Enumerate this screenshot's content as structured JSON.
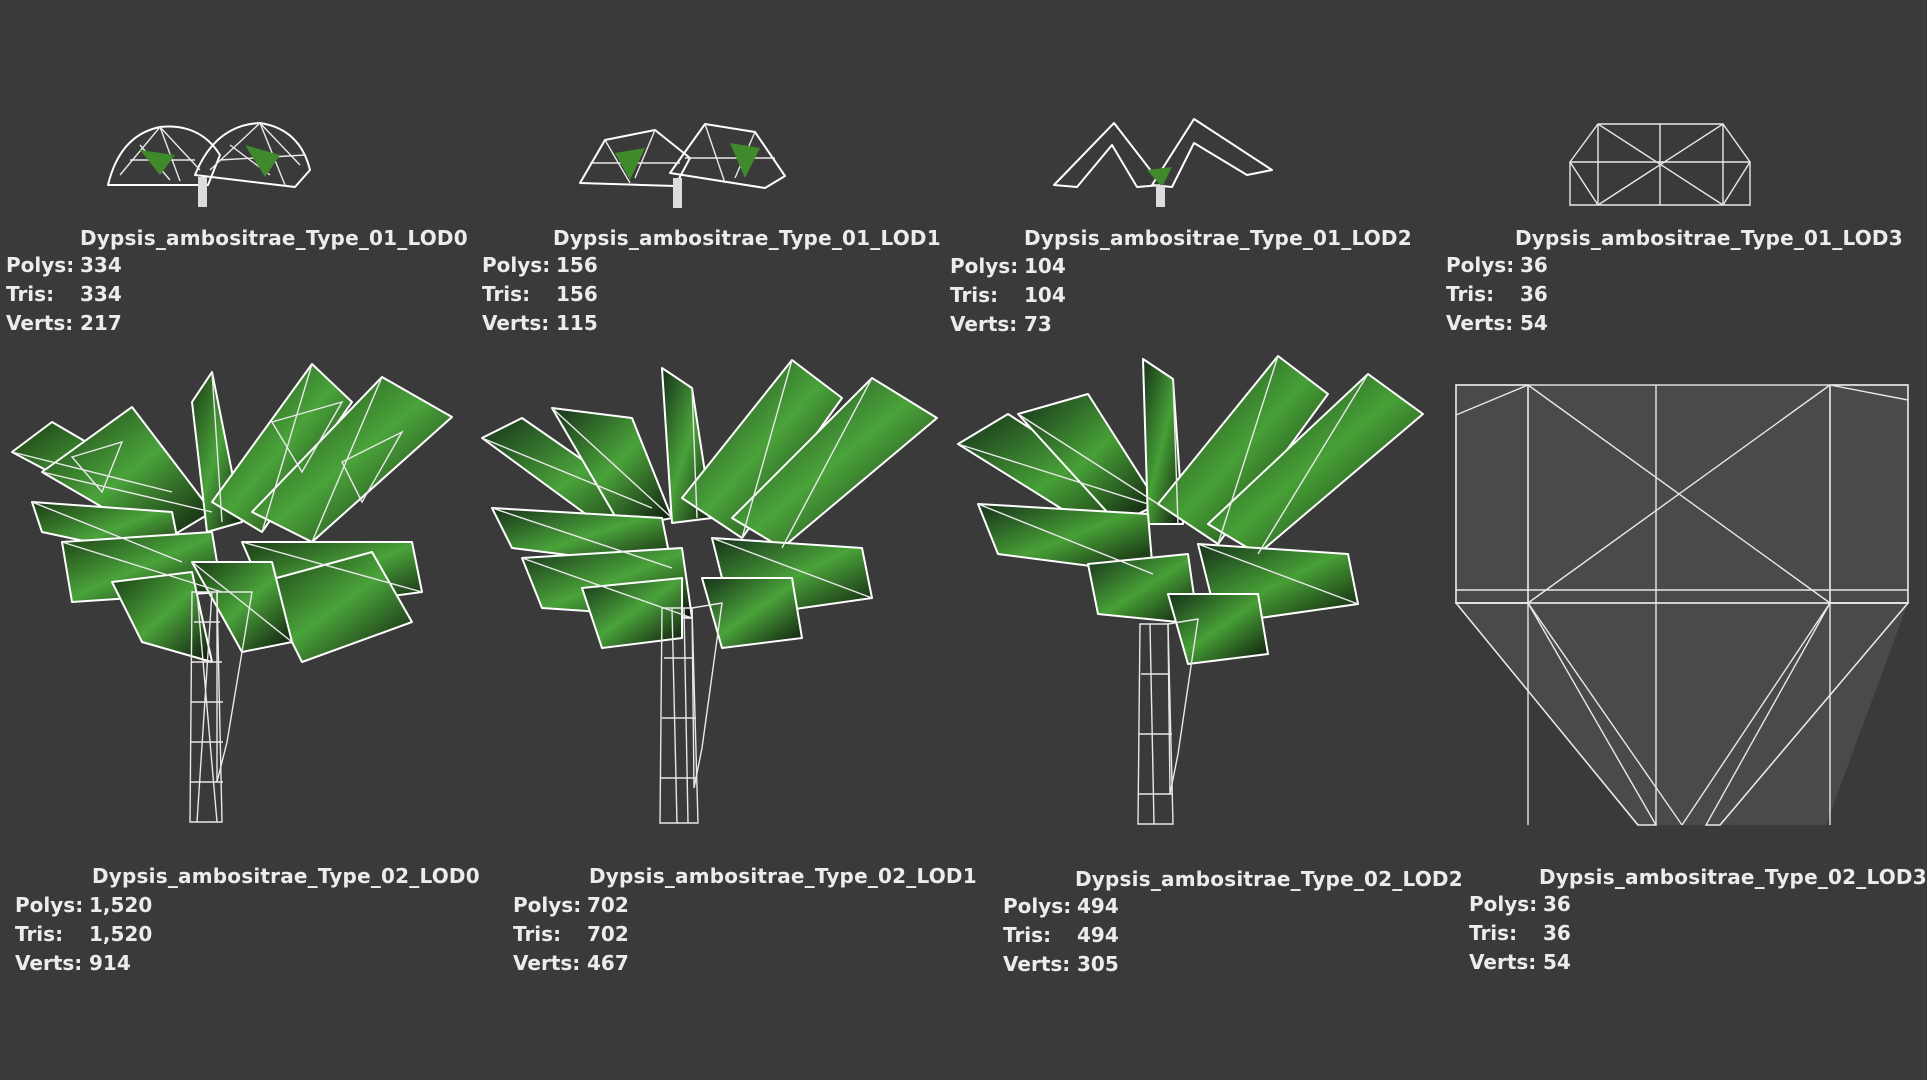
{
  "models": [
    {
      "name": "Dypsis_ambositrae_Type_01_LOD0",
      "polys_label": "Polys:",
      "polys": "334",
      "tris_label": "Tris:",
      "tris": "334",
      "verts_label": "Verts:",
      "verts": "217"
    },
    {
      "name": "Dypsis_ambositrae_Type_01_LOD1",
      "polys_label": "Polys:",
      "polys": "156",
      "tris_label": "Tris:",
      "tris": "156",
      "verts_label": "Verts:",
      "verts": "115"
    },
    {
      "name": "Dypsis_ambositrae_Type_01_LOD2",
      "polys_label": "Polys:",
      "polys": "104",
      "tris_label": "Tris:",
      "tris": "104",
      "verts_label": "Verts:",
      "verts": "73"
    },
    {
      "name": "Dypsis_ambositrae_Type_01_LOD3",
      "polys_label": "Polys:",
      "polys": "36",
      "tris_label": "Tris:",
      "tris": "36",
      "verts_label": "Verts:",
      "verts": "54"
    },
    {
      "name": "Dypsis_ambositrae_Type_02_LOD0",
      "polys_label": "Polys:",
      "polys": "1,520",
      "tris_label": "Tris:",
      "tris": "1,520",
      "verts_label": "Verts:",
      "verts": "914"
    },
    {
      "name": "Dypsis_ambositrae_Type_02_LOD1",
      "polys_label": "Polys:",
      "polys": "702",
      "tris_label": "Tris:",
      "tris": "702",
      "verts_label": "Verts:",
      "verts": "467"
    },
    {
      "name": "Dypsis_ambositrae_Type_02_LOD2",
      "polys_label": "Polys:",
      "polys": "494",
      "tris_label": "Tris:",
      "tris": "494",
      "verts_label": "Verts:",
      "verts": "305"
    },
    {
      "name": "Dypsis_ambositrae_Type_02_LOD3",
      "polys_label": "Polys:",
      "polys": "36",
      "tris_label": "Tris:",
      "tris": "36",
      "verts_label": "Verts:",
      "verts": "54"
    }
  ],
  "colors": {
    "background": "#3a3a3a",
    "wireframe": "#ffffff",
    "leaf_dark": "#0f1a0d",
    "leaf_green": "#3f9a2e",
    "proxy_fill": "#7a7a7a",
    "text": "#ececec"
  }
}
